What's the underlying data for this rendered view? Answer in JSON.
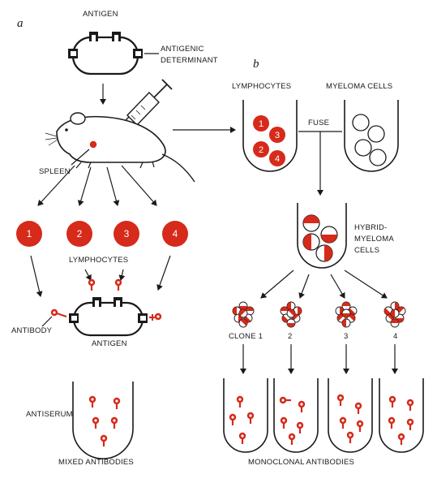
{
  "panels": {
    "a": "a",
    "b": "b"
  },
  "labels": {
    "antigen_top": "ANTIGEN",
    "antigenic_1": "ANTIGENIC",
    "antigenic_2": "DETERMINANT",
    "spleen": "SPLEEN",
    "lymphocytes_a": "LYMPHOCYTES",
    "antibody": "ANTIBODY",
    "antigen_bottom": "ANTIGEN",
    "antiserum": "ANTISERUM",
    "mixed": "MIXED ANTIBODIES",
    "lymphocytes_b": "LYMPHOCYTES",
    "myeloma": "MYELOMA CELLS",
    "fuse": "FUSE",
    "hybrid_1": "HYBRID-",
    "hybrid_2": "MYELOMA",
    "hybrid_3": "CELLS",
    "monoclonal": "MONOCLONAL ANTIBODIES"
  },
  "lymphocyte_numbers": [
    "1",
    "2",
    "3",
    "4"
  ],
  "tube_cell_numbers": [
    "1",
    "3",
    "2",
    "4"
  ],
  "clones": [
    "CLONE  1",
    "2",
    "3",
    "4"
  ],
  "colors": {
    "accent_red": "#d62a1a",
    "ink": "#1a1a1a"
  }
}
